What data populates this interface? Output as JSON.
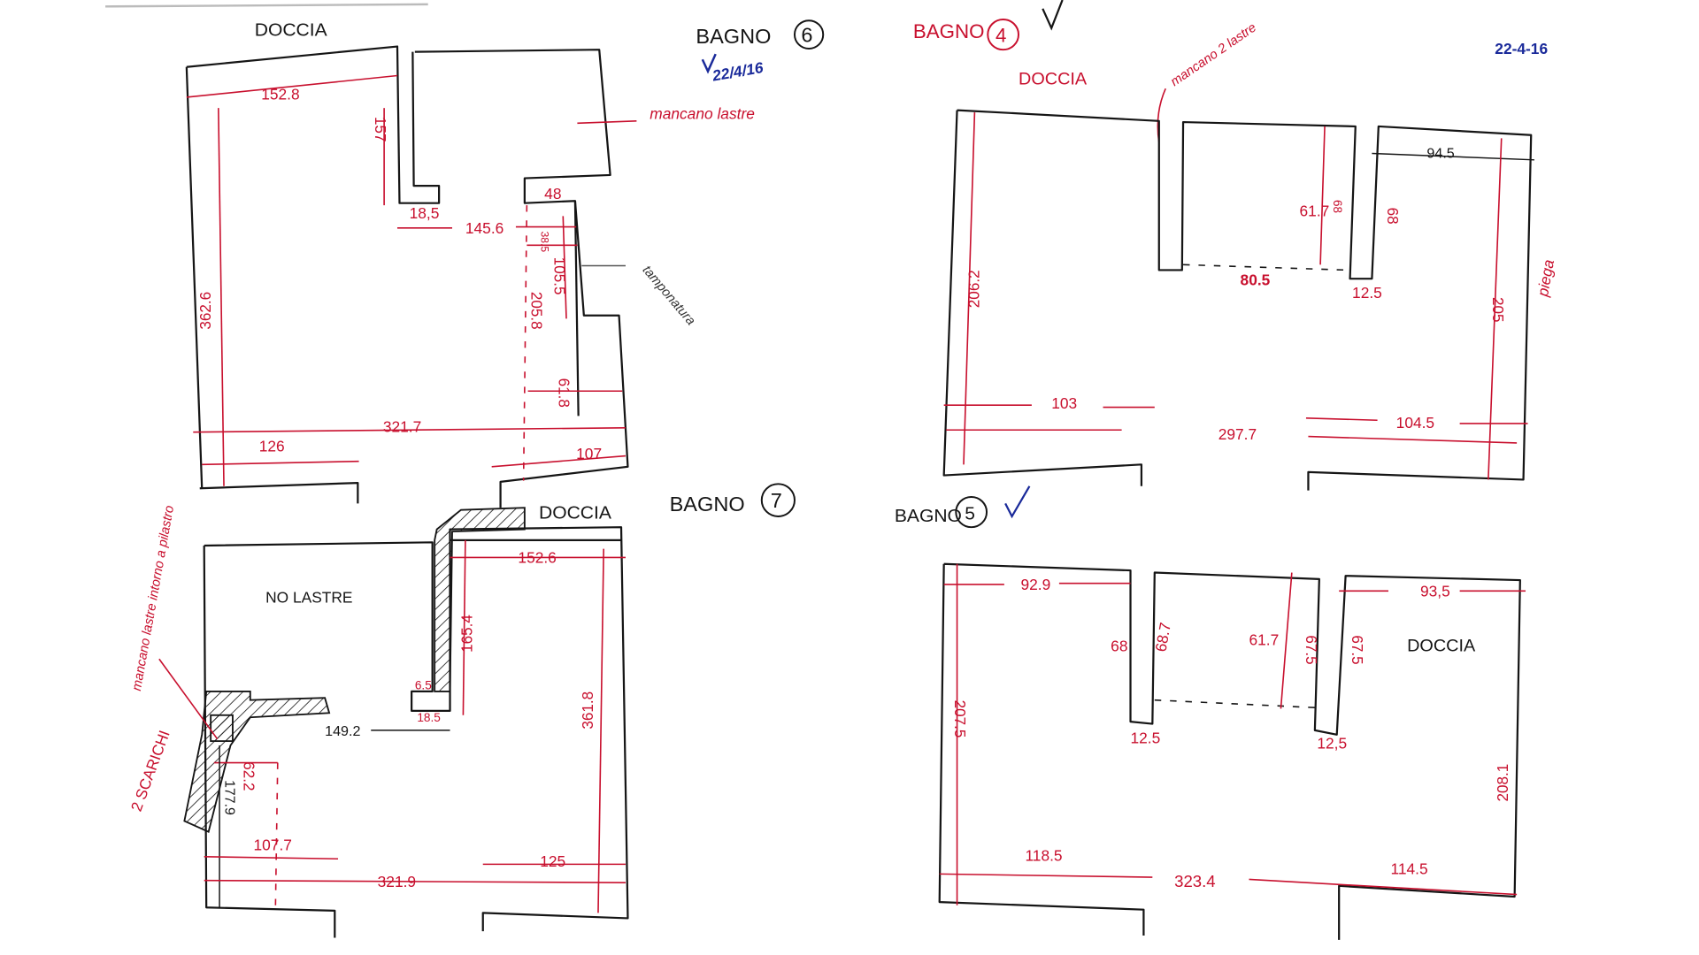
{
  "bagno6": {
    "title": "BAGNO",
    "number": "6",
    "shower_label": "DOCCIA",
    "check_date": "22/4/16",
    "note_missing": "mancano lastre",
    "note_side": "tamponatura",
    "dims": [
      "152.8",
      "157",
      "18,5",
      "145.6",
      "48",
      "38.5",
      "105.5",
      "205.8",
      "61.8",
      "362.6",
      "321.7",
      "126",
      "107"
    ]
  },
  "bagno7": {
    "title": "BAGNO",
    "number": "7",
    "shower_label": "DOCCIA",
    "room_note": "NO LASTRE",
    "note_missing": "mancano lastre intorno a pilastro",
    "note_drains": "2 SCARICHI",
    "dims": [
      "152.6",
      "165.4",
      "6.5",
      "18.5",
      "149.2",
      "62.2",
      "177.9",
      "107.7",
      "321.9",
      "125",
      "361.8"
    ]
  },
  "bagno4": {
    "title": "BAGNO",
    "number": "4",
    "shower_label": "DOCCIA",
    "date": "22-4-16",
    "note_missing": "mancano 2 lastre",
    "note_fold": "piega",
    "dims": [
      "94.5",
      "61.7",
      "68",
      "68",
      "80.5",
      "12.5",
      "206.2",
      "205",
      "103",
      "297.7",
      "104.5"
    ]
  },
  "bagno5": {
    "title": "BAGNO",
    "number": "5",
    "shower_label": "DOCCIA",
    "dims": [
      "92.9",
      "93,5",
      "68",
      "68.7",
      "61.7",
      "67.5",
      "67.5",
      "12.5",
      "12,5",
      "207.5",
      "208.1",
      "118.5",
      "323.4",
      "114.5"
    ]
  }
}
